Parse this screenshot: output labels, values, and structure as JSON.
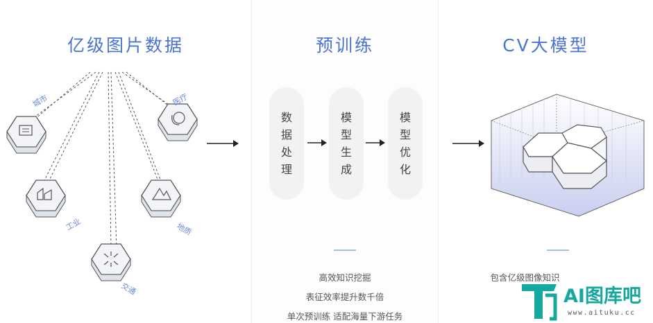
{
  "panel1": {
    "title": "亿级图片数据",
    "categories": {
      "city": "城市",
      "medical": "医疗",
      "industry": "工业",
      "geology": "地质",
      "traffic": "交通"
    }
  },
  "panel2": {
    "title": "预训练",
    "steps": [
      [
        "数",
        "据",
        "处",
        "理"
      ],
      [
        "模",
        "型",
        "生",
        "成"
      ],
      [
        "模",
        "型",
        "优",
        "化"
      ]
    ],
    "descriptions": [
      "高效知识挖掘",
      "表征效率提升数千倍",
      "单次预训练 适配海量下游任务"
    ]
  },
  "panel3": {
    "title": "CV大模型",
    "description": "包含亿级图像知识"
  },
  "watermark": {
    "name": "AI图库吧",
    "url": "www.aituku.cc"
  },
  "colors": {
    "accent": "#4a74d4",
    "brand": "#15a89f"
  }
}
